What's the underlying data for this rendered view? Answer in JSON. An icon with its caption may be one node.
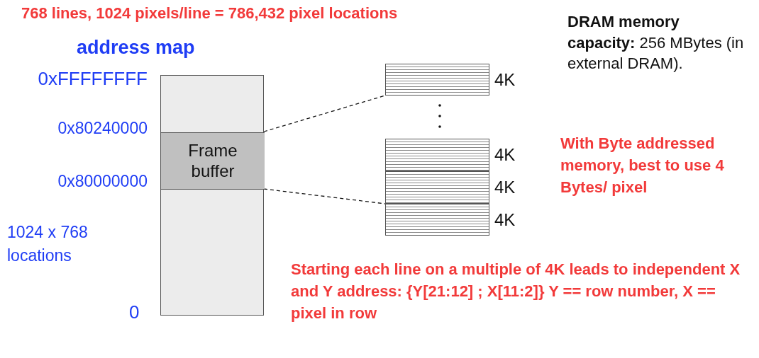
{
  "diagram": {
    "title": "768 lines, 1024 pixels/line = 786,432 pixel locations",
    "nodes": [
      {
        "text": [],
        "shape": "box"
      },
      {
        "text": [
          "Frame buffer"
        ],
        "in": 0
      },
      {
        "text": [],
        "shape": "box",
        "beside": [
          "4K"
        ]
      },
      {
        "text": [],
        "shape": "box",
        "beside": [
          "4K"
        ]
      },
      {
        "text": [],
        "shape": "box",
        "beside": [
          "4K"
        ]
      },
      {
        "text": [],
        "shape": "box",
        "beside": [
          "4K"
        ]
      }
    ],
    "edges": [
      {
        "from": 1,
        "to": 2,
        "arrow": "none",
        "style": "dashed"
      },
      {
        "from": 1,
        "to": 5,
        "arrow": "none",
        "style": "dashed"
      }
    ],
    "labels": [
      "address map",
      "0xFFFFFFFF",
      "0x80240000",
      "0x80000000",
      "1024 x 768 locations",
      "0",
      "**DRAM memory capacity:** 256 MBytes (in external DRAM).",
      "With Byte addressed memory, best to use 4 Bytes/ pixel",
      "Starting each line on a multiple of 4K leads to independent X and Y address: {Y[21:12] ; X[11:2]} Y == row number, X == pixel in row"
    ]
  }
}
